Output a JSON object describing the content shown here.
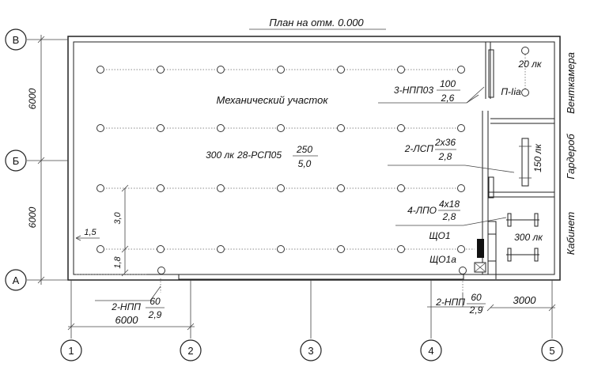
{
  "drawing": {
    "title": "План на отм. 0.000",
    "axes_rows": [
      "В",
      "Б",
      "А"
    ],
    "axes_cols": [
      "1",
      "2",
      "3",
      "4",
      "5"
    ],
    "dims": {
      "left_top": "6000",
      "left_bottom": "6000",
      "bottom_12": "6000",
      "bottom_45": "3000",
      "offset_x": "1,5",
      "spacing_v": "3,0",
      "offset_v": "1,8"
    },
    "rooms": {
      "main": "Механический участок",
      "vent": "Венткамера",
      "wardrobe": "Гардероб",
      "office": "Кабинет"
    },
    "lux": {
      "main": "300 лк",
      "vent": "20 лк",
      "wardrobe": "150 лк",
      "office": "300 лк"
    },
    "fixtures": {
      "main_code": "28-РСП05",
      "main_num": "250",
      "main_den": "5,0",
      "npp03_code": "3-НПП03",
      "npp03_num": "100",
      "npp03_den": "2,6",
      "lsp_code": "2-ЛСП",
      "lsp_num": "2x36",
      "lsp_den": "2,8",
      "lpo_code": "4-ЛПО",
      "lpo_num": "4x18",
      "lpo_den": "2,8",
      "npp_left_code": "2-НПП",
      "npp_left_num": "60",
      "npp_left_den": "2,9",
      "npp_right_code": "2-НПП",
      "npp_right_num": "60",
      "npp_right_den": "2,9"
    },
    "labels": {
      "panel_1": "ЩО1",
      "panel_1a": "ЩО1а",
      "room_tag": "П-Iia"
    }
  }
}
